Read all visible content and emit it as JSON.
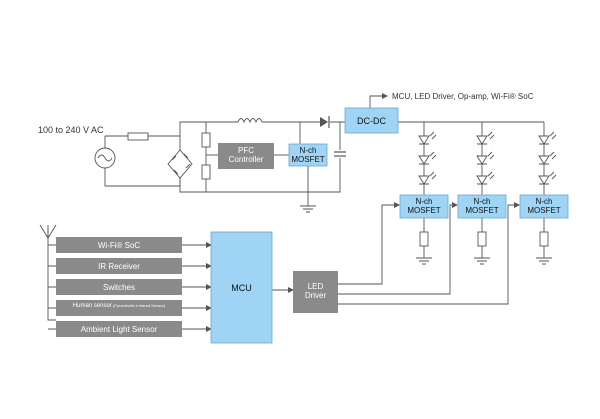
{
  "input_label": "100 to 240 V AC",
  "output_label": "MCU, LED Driver, Op-amp, Wi-Fi® SoC",
  "blocks": {
    "pfc": "PFC\nController",
    "nch_main": "N-ch\nMOSFET",
    "dcdc": "DC-DC",
    "nch_ch1": "N-ch\nMOSFET",
    "nch_ch2": "N-ch\nMOSFET",
    "nch_ch3": "N-ch\nMOSFET",
    "mcu": "MCU",
    "led_driver": "LED\nDriver"
  },
  "inputs": [
    {
      "label": "Wi-Fi® SoC",
      "small": ""
    },
    {
      "label": "IR Receiver",
      "small": ""
    },
    {
      "label": "Switches",
      "small": ""
    },
    {
      "label": "Human sensor",
      "small": " (Pyroelectric Infrared Sensor)"
    },
    {
      "label": "Ambient Light Sensor",
      "small": ""
    }
  ],
  "colors": {
    "gray_block": "#8a8a8a",
    "blue_block": "#9fd4f5",
    "wire": "#555555"
  }
}
